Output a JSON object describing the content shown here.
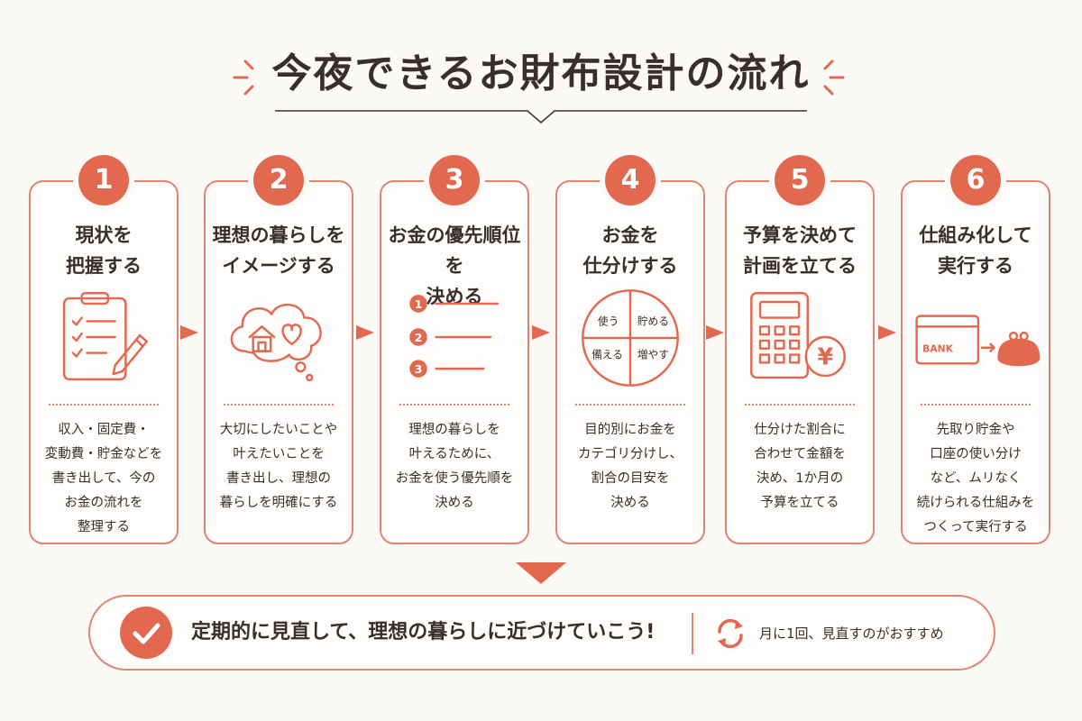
{
  "title": "今夜できるお財布設計の流れ",
  "steps": [
    {
      "number": "1",
      "title": "現状を\n把握する",
      "description": "収入・固定費・\n変動費・貯金などを\n書き出して、今の\nお金の流れを\n整理する"
    },
    {
      "number": "2",
      "title": "理想の暮らしを\nイメージする",
      "description": "大切にしたいことや\n叶えたいことを\n書き出し、理想の\n暮らしを明確にする"
    },
    {
      "number": "3",
      "title": "お金の優先順位を\n決める",
      "description": "理想の暮らしを\n叶えるために、\nお金を使う優先順を\n決める",
      "list_numbers": [
        "1",
        "2",
        "3"
      ]
    },
    {
      "number": "4",
      "title": "お金を\n仕分けする",
      "description": "目的別にお金を\nカテゴリ分けし、\n割合の目安を\n決める",
      "quadrants": [
        "使う",
        "貯める",
        "備える",
        "増やす"
      ]
    },
    {
      "number": "5",
      "title": "予算を決めて\n計画を立てる",
      "description": "仕分けた割合に\n合わせて金額を\n決め、1か月の\n予算を立てる",
      "currency_symbol": "¥"
    },
    {
      "number": "6",
      "title": "仕組み化して\n実行する",
      "description": "先取り貯金や\n口座の使い分け\nなど、ムリなく\n続けられる仕組みを\nつくって実行する",
      "card_label": "BANK"
    }
  ],
  "bottom": {
    "message": "定期的に見直して、理想の暮らしに近づけていこう!",
    "note": "月に1回、見直すのがおすすめ"
  },
  "icons": [
    "clipboard-icon",
    "thought-bubble-icon",
    "numbered-list-icon",
    "quadrant-circle-icon",
    "calculator-icon",
    "bank-card-wallet-icon",
    "check-icon",
    "cycle-icon"
  ],
  "colors": {
    "accent": "#e2694f",
    "border": "#e08472",
    "text": "#3a2e2a",
    "background": "#fcfaf7"
  }
}
